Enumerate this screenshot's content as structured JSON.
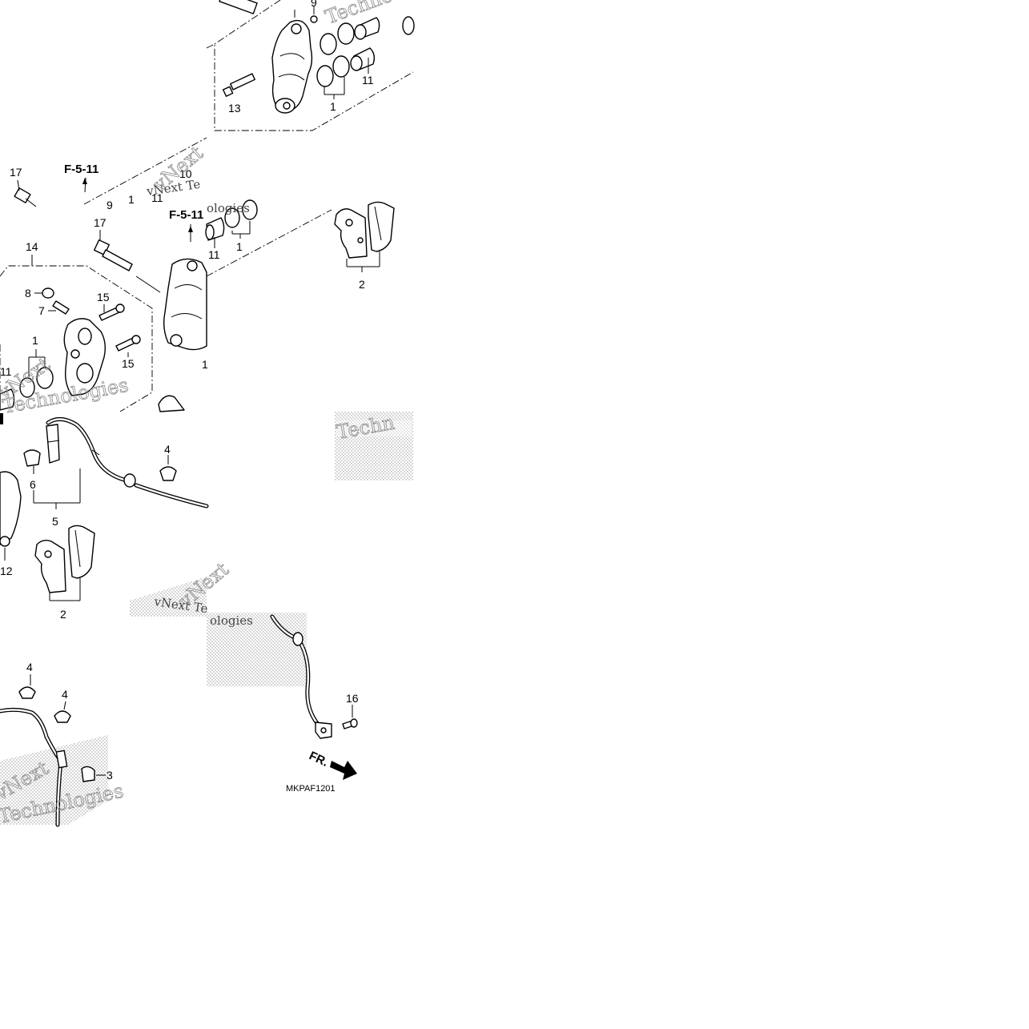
{
  "diagram": {
    "drawing_code": "MKPAF1201",
    "direction_label": "FR.",
    "watermark": {
      "line1": "vNext",
      "line2": "Technologies",
      "short1": "vNext Te",
      "short2": "ologies",
      "frag1": "Techn",
      "frag2": "Techno"
    },
    "references": [
      "F-5-11",
      "F-5-11"
    ],
    "callouts": {
      "c1a": "9",
      "c1b": "11",
      "c1c": "1",
      "c1d": "13",
      "c2a": "17",
      "c2b": "10",
      "c2c": "9",
      "c2d": "1",
      "c2e": "11",
      "c3a": "17",
      "c3b": "11",
      "c3c": "1",
      "c3d": "2",
      "c4a": "14",
      "c4b": "8",
      "c4c": "7",
      "c4d": "15",
      "c4e": "15",
      "c4f": "1",
      "c4g": "11",
      "c4h": "1",
      "c5a": "6",
      "c5b": "5",
      "c5c": "4",
      "c5d": "12",
      "c5e": "2",
      "c6a": "4",
      "c6b": "4",
      "c6c": "3",
      "c6d": "16"
    }
  }
}
